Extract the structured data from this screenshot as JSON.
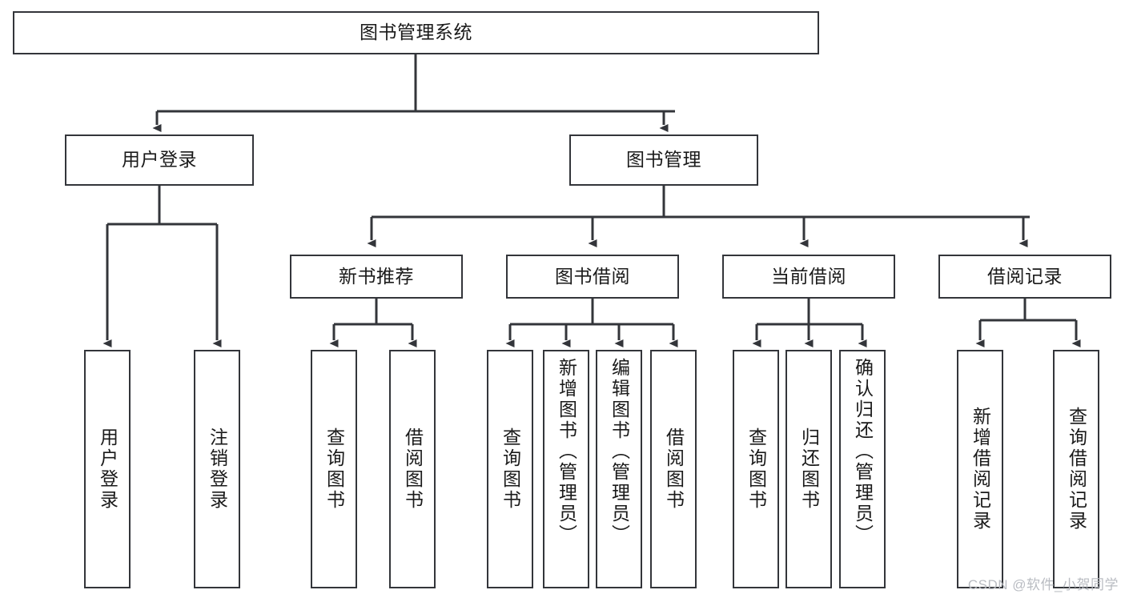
{
  "diagram": {
    "title": "图书管理系统",
    "type": "tree-hierarchy-diagram",
    "style": {
      "box_border_color": "#33353a",
      "box_fill_color": "#ffffff",
      "connector_color": "#33353a",
      "text_color": "#1a1a1a",
      "background": "#ffffff"
    },
    "root": {
      "label": "图书管理系统"
    },
    "level1": [
      {
        "label": "用户登录"
      },
      {
        "label": "图书管理"
      }
    ],
    "level2": [
      {
        "label": "新书推荐"
      },
      {
        "label": "图书借阅"
      },
      {
        "label": "当前借阅"
      },
      {
        "label": "借阅记录"
      }
    ],
    "leaves": {
      "user_login": [
        {
          "label": "用户登录"
        },
        {
          "label": "注销登录"
        }
      ],
      "new_book_recommend": [
        {
          "label": "查询图书"
        },
        {
          "label": "借阅图书"
        }
      ],
      "book_borrow": [
        {
          "label": "查询图书"
        },
        {
          "label": "新增图书（管理员）"
        },
        {
          "label": "编辑图书（管理员）"
        },
        {
          "label": "借阅图书"
        }
      ],
      "current_borrow": [
        {
          "label": "查询图书"
        },
        {
          "label": "归还图书"
        },
        {
          "label": "确认归还（管理员）"
        }
      ],
      "borrow_record": [
        {
          "label": "新增借阅记录"
        },
        {
          "label": "查询借阅记录"
        }
      ]
    }
  },
  "watermark": {
    "text": "CSDN @软件_小贺同学"
  }
}
